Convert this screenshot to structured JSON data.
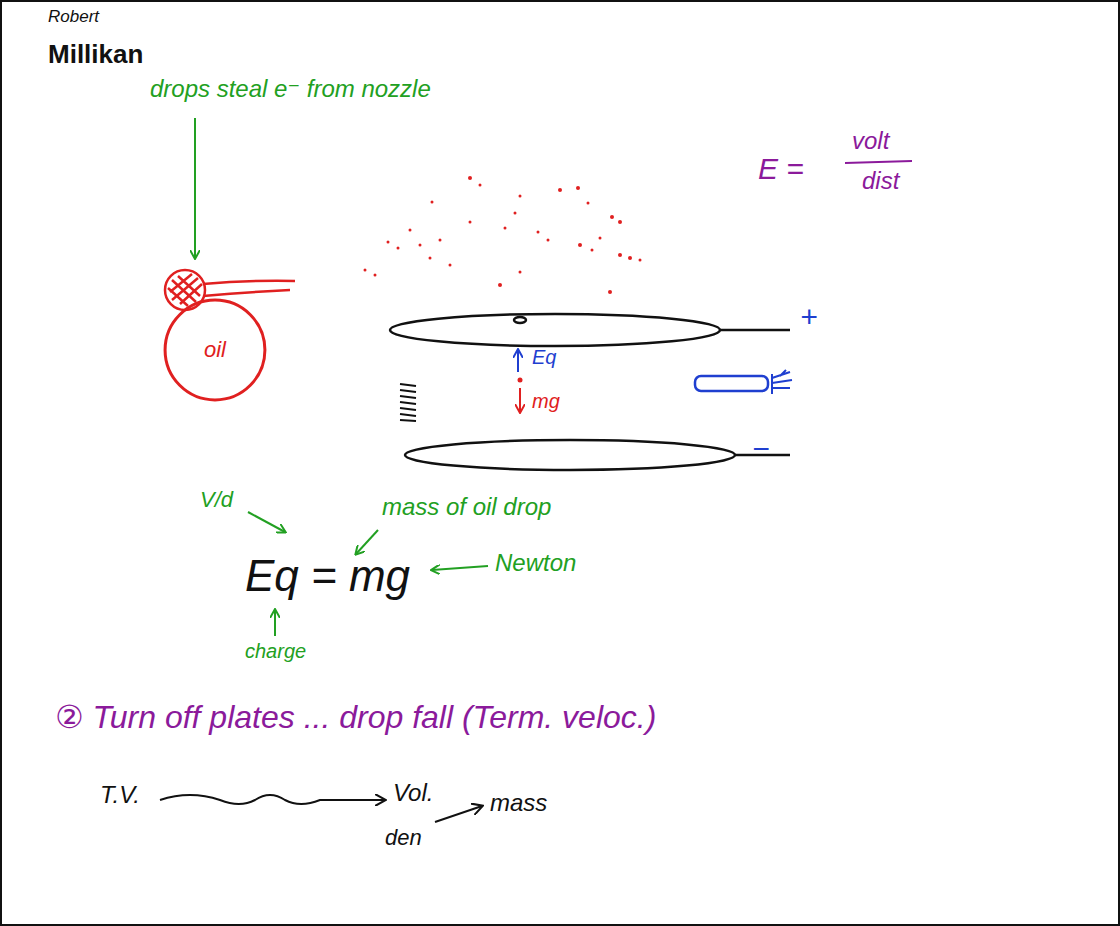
{
  "diagram": {
    "title": "Millikan",
    "nodes": [
      {
        "text": [
          "oil"
        ]
      }
    ],
    "labels": [
      "Robert",
      "drops steal e⁻ from nozzle",
      "E =",
      "volt",
      "dist",
      "+",
      "Eq",
      "mg",
      "−",
      "V/d",
      "mass of oil drop",
      "Eq = mg",
      "Newton",
      "charge",
      "② Turn off plates ... drop fall (Term. veloc.)",
      "T.V.",
      "Vol.",
      "den",
      "mass"
    ]
  }
}
